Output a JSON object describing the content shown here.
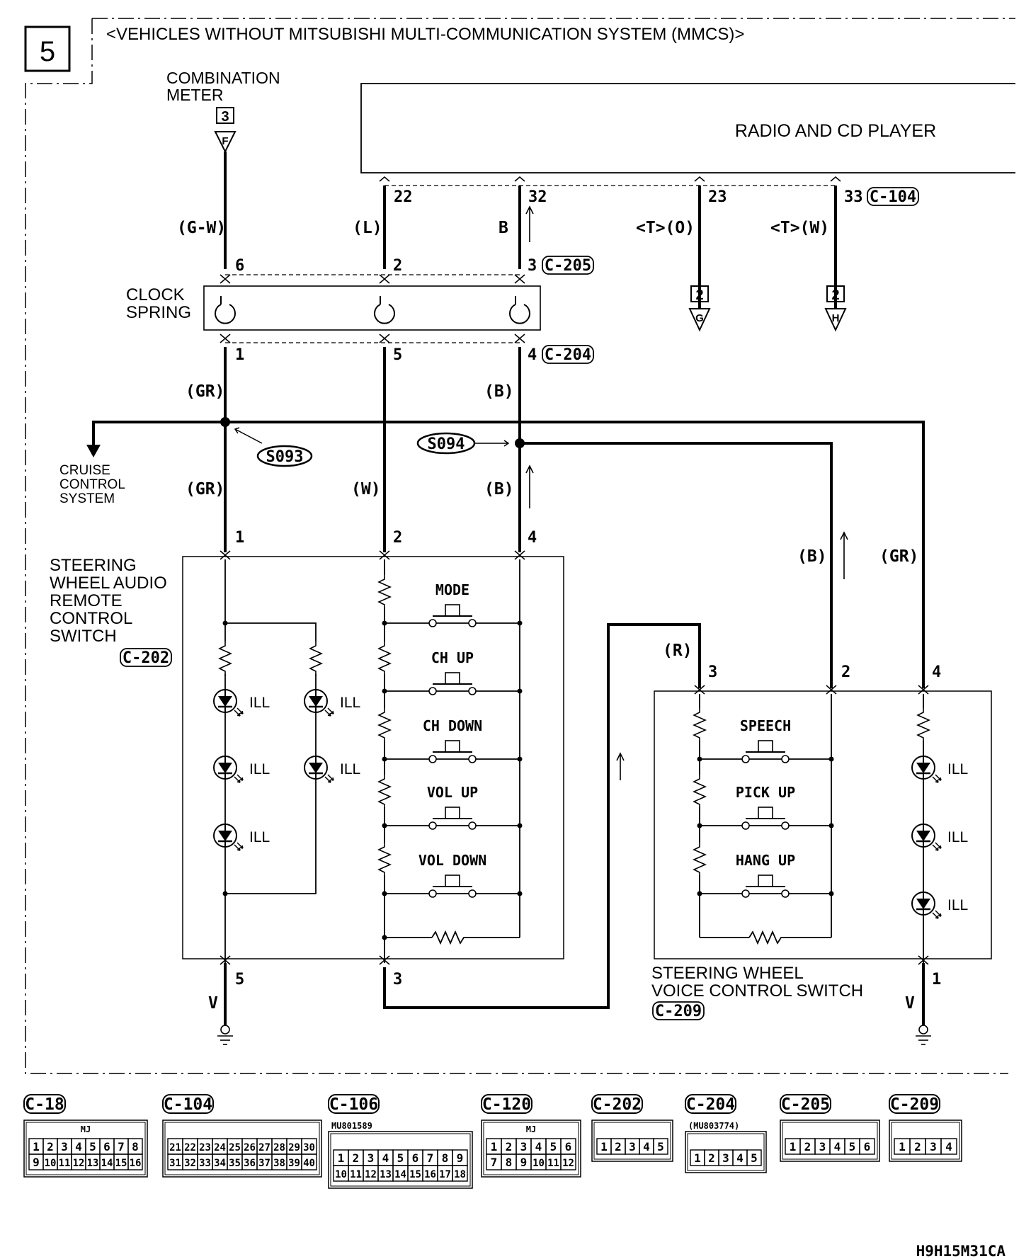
{
  "page": {
    "section_number": "5",
    "header": "<VEHICLES WITHOUT MITSUBISHI MULTI-COMMUNICATION SYSTEM (MMCS)>",
    "figure_code": "H9H15M31CA"
  },
  "components": {
    "combination_meter": {
      "line1": "COMBINATION",
      "line2": "METER",
      "box": "3",
      "arrow": "F"
    },
    "radio": {
      "label": "RADIO AND CD PLAYER",
      "pins": [
        "22",
        "32",
        "23",
        "33"
      ],
      "connector": "C-104"
    },
    "clock_spring": {
      "line1": "CLOCK",
      "line2": "SPRING",
      "top_pins": [
        "6",
        "2",
        "3"
      ],
      "top_connector": "C-205",
      "bottom_pins": [
        "1",
        "5",
        "4"
      ],
      "bottom_connector": "C-204"
    },
    "radio_offpage": [
      {
        "wire": "<T>(O)",
        "box": "2",
        "arrow": "G"
      },
      {
        "wire": "<T>(W)",
        "box": "2",
        "arrow": "H"
      }
    ],
    "splices": [
      "S093",
      "S094"
    ],
    "cruise": {
      "line1": "CRUISE",
      "line2": "CONTROL",
      "line3": "SYSTEM"
    },
    "audio_switch": {
      "line1": "STEERING",
      "line2": "WHEEL AUDIO",
      "line3": "REMOTE",
      "line4": "CONTROL",
      "line5": "SWITCH",
      "connector": "C-202",
      "pins": [
        "1",
        "2",
        "4",
        "5",
        "3"
      ],
      "buttons": [
        "MODE",
        "CH UP",
        "CH DOWN",
        "VOL UP",
        "VOL DOWN"
      ],
      "ill_label": "ILL"
    },
    "voice_switch": {
      "line1": "STEERING WHEEL",
      "line2": "VOICE CONTROL SWITCH",
      "connector": "C-209",
      "pins": [
        "3",
        "2",
        "4",
        "1"
      ],
      "buttons": [
        "SPEECH",
        "PICK UP",
        "HANG UP"
      ],
      "ill_label": "ILL"
    }
  },
  "wire_colors": {
    "gw": "(G-W)",
    "l": "(L)",
    "b_plain": "B",
    "gr": "(GR)",
    "b": "(B)",
    "w": "(W)",
    "r": "(R)",
    "v": "V"
  },
  "connectors": [
    {
      "name": "C-18",
      "model": "",
      "tag": "MJ",
      "rows": [
        [
          "1",
          "2",
          "3",
          "4",
          "5",
          "6",
          "7",
          "8"
        ],
        [
          "9",
          "10",
          "11",
          "12",
          "13",
          "14",
          "15",
          "16"
        ]
      ]
    },
    {
      "name": "C-104",
      "model": "",
      "tag": "",
      "rows": [
        [
          "21",
          "22",
          "23",
          "24",
          "25",
          "26",
          "27",
          "28",
          "29",
          "30"
        ],
        [
          "31",
          "32",
          "33",
          "34",
          "35",
          "36",
          "37",
          "38",
          "39",
          "40"
        ]
      ]
    },
    {
      "name": "C-106",
      "model": "MU801589",
      "tag": "",
      "rows": [
        [
          "1",
          "2",
          "3",
          "4",
          "5",
          "6",
          "7",
          "8",
          "9"
        ],
        [
          "10",
          "11",
          "12",
          "13",
          "14",
          "15",
          "16",
          "17",
          "18"
        ]
      ]
    },
    {
      "name": "C-120",
      "model": "",
      "tag": "MJ",
      "rows": [
        [
          "1",
          "2",
          "3",
          "4",
          "5",
          "6"
        ],
        [
          "7",
          "8",
          "9",
          "10",
          "11",
          "12"
        ]
      ]
    },
    {
      "name": "C-202",
      "model": "",
      "tag": "",
      "rows": [
        [
          "1",
          "2",
          "3",
          "4",
          "5"
        ]
      ]
    },
    {
      "name": "C-204",
      "model": "(MU803774)",
      "tag": "",
      "rows": [
        [
          "1",
          "2",
          "3",
          "4",
          "5"
        ]
      ]
    },
    {
      "name": "C-205",
      "model": "",
      "tag": "",
      "rows": [
        [
          "1",
          "2",
          "3",
          "4",
          "5",
          "6"
        ]
      ]
    },
    {
      "name": "C-209",
      "model": "",
      "tag": "",
      "rows": [
        [
          "1",
          "2",
          "3",
          "4"
        ]
      ]
    }
  ]
}
